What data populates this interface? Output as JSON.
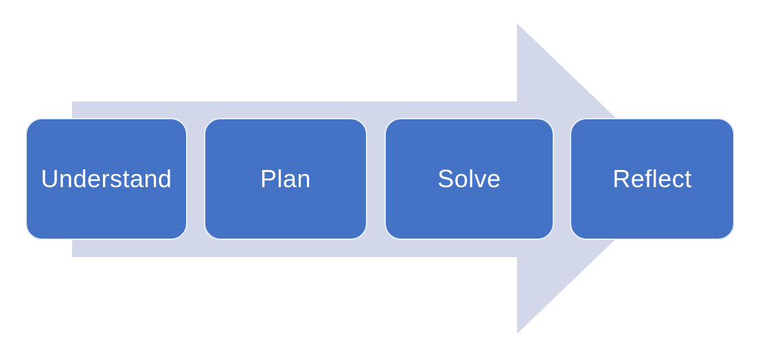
{
  "diagram": {
    "type": "process-flow",
    "direction": "left-to-right",
    "steps": [
      {
        "label": "Understand"
      },
      {
        "label": "Plan"
      },
      {
        "label": "Solve"
      },
      {
        "label": "Reflect"
      }
    ]
  },
  "icons": {
    "background_shape": "right-arrow-icon"
  },
  "colors": {
    "step_fill": "#4472C4",
    "step_border": "#E9EDF7",
    "arrow_fill": "#D2D8E9",
    "label_text": "#FFFFFF",
    "background": "#FFFFFF"
  }
}
